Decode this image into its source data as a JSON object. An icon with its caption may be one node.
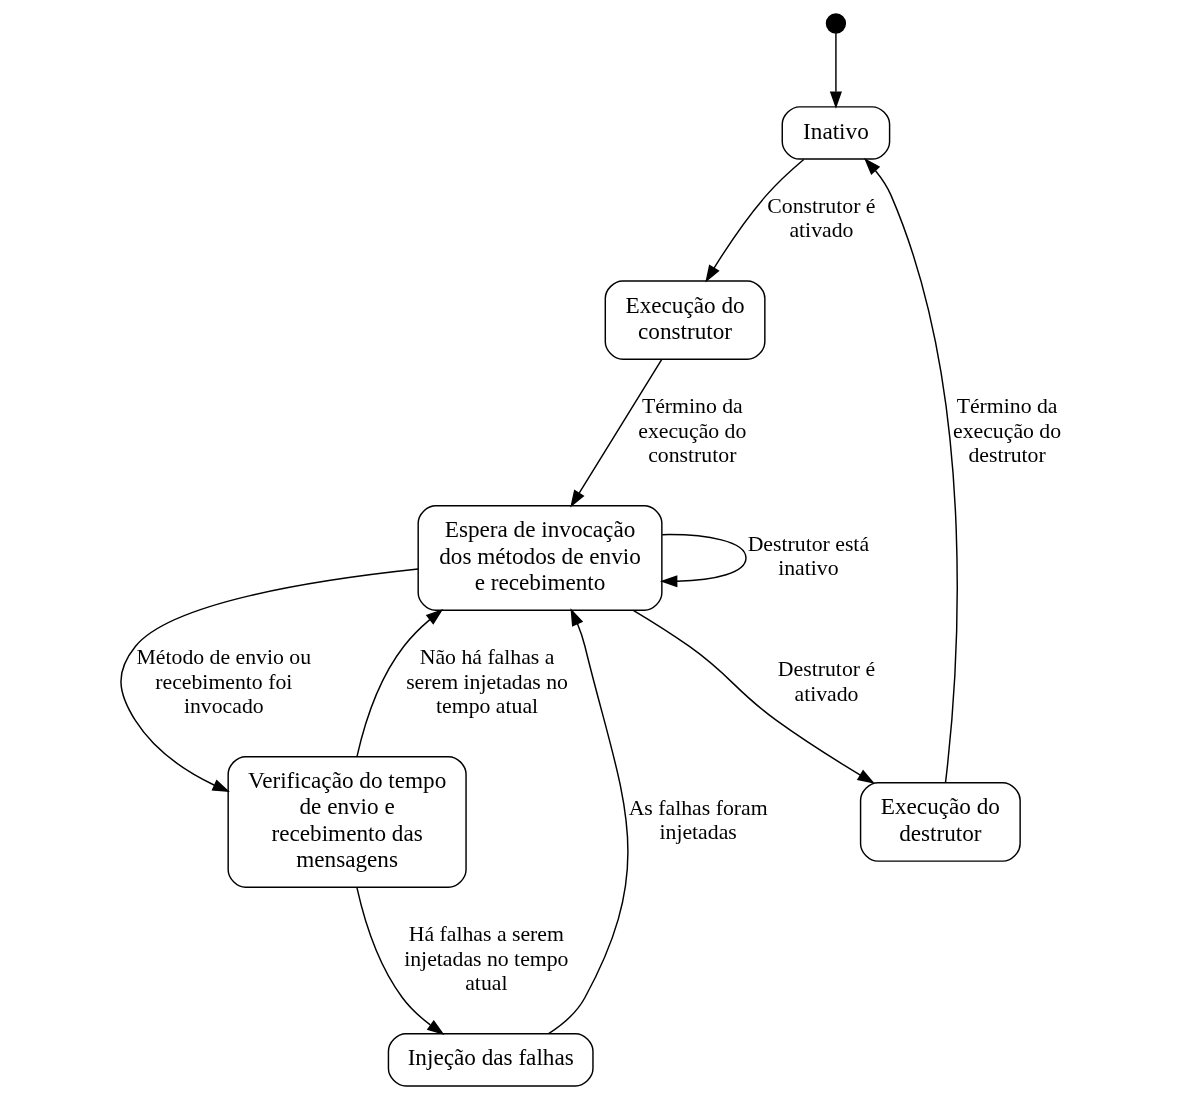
{
  "diagram": {
    "nodes": [
      {
        "text": [],
        "shape": "circle"
      },
      {
        "text": [
          "Inativo"
        ]
      },
      {
        "text": [
          "Execução do construtor"
        ]
      },
      {
        "text": [
          "Espera de invocação dos métodos de envio e recebimento"
        ]
      },
      {
        "text": [
          "Execução do destrutor"
        ]
      },
      {
        "text": [
          "Injeção das falhas"
        ]
      },
      {
        "text": [
          "Verificação do tempo de envio e recebimento das mensagens"
        ]
      }
    ],
    "edges": [
      {
        "from": 0,
        "to": 1,
        "arrow": "to"
      },
      {
        "from": 1,
        "to": 2,
        "arrow": "to",
        "label": "Construtor é ativado"
      },
      {
        "from": 2,
        "to": 3,
        "arrow": "to",
        "label": "Término da execução do construtor"
      },
      {
        "from": 3,
        "to": 3,
        "arrow": "to",
        "label": "Destrutor está inativo"
      },
      {
        "from": 3,
        "to": 4,
        "arrow": "to",
        "label": "Destrutor é ativado"
      },
      {
        "from": 4,
        "to": 1,
        "arrow": "to",
        "label": "Término da execução do destrutor"
      },
      {
        "from": 3,
        "to": 6,
        "arrow": "to",
        "label": "Método de envio ou recebimento foi invocado"
      },
      {
        "from": 6,
        "to": 3,
        "arrow": "to",
        "label": "Não há falhas a serem injetadas no tempo atual"
      },
      {
        "from": 6,
        "to": 5,
        "arrow": "to",
        "label": "Há falhas a serem injetadas no tempo atual"
      },
      {
        "from": 5,
        "to": 3,
        "arrow": "to",
        "label": "As falhas foram injetadas"
      }
    ]
  }
}
